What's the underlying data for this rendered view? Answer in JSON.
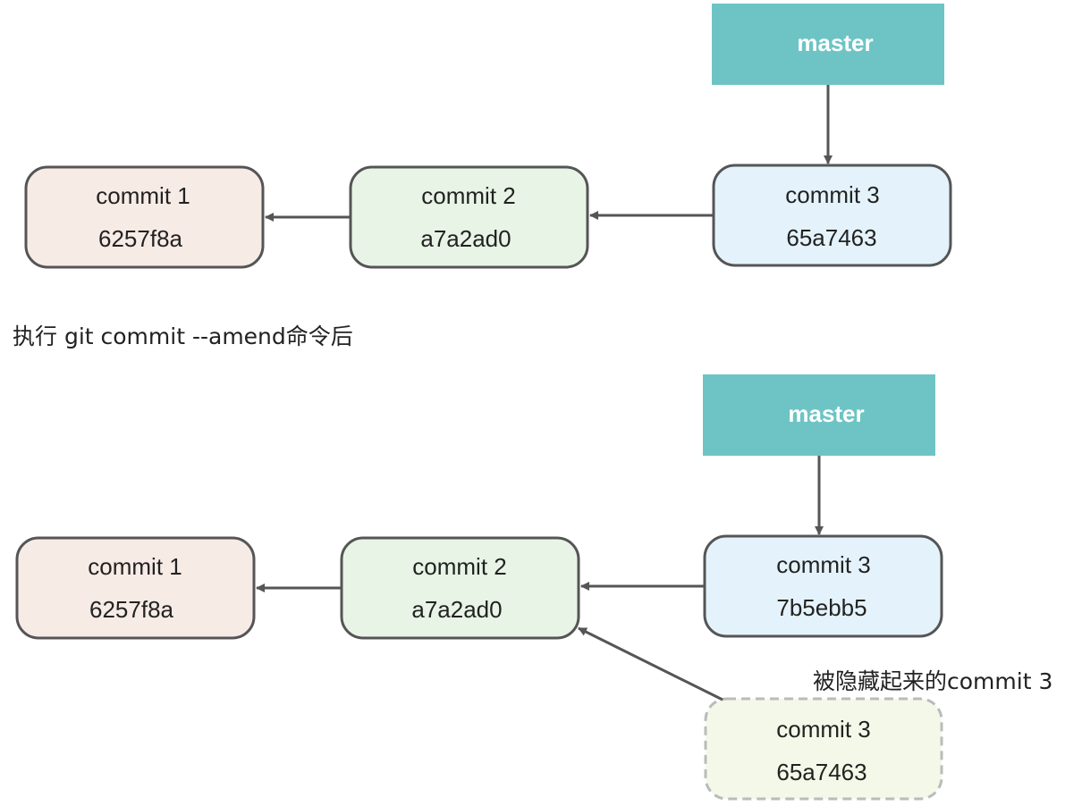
{
  "colors": {
    "branch_fill": "#6EC4C4",
    "arrow": "#555555",
    "node_stroke": "#555555",
    "hidden_stroke": "#BBBBBB"
  },
  "before": {
    "branch": {
      "label": "master"
    },
    "commit1": {
      "label": "commit 1",
      "hash": "6257f8a",
      "color": "#F7EBE6"
    },
    "commit2": {
      "label": "commit 2",
      "hash": "a7a2ad0",
      "color": "#E8F5E6"
    },
    "commit3": {
      "label": "commit 3",
      "hash": "65a7463",
      "color": "#E4F3FB"
    }
  },
  "caption": "执行 git commit --amend命令后",
  "after": {
    "branch": {
      "label": "master"
    },
    "commit1": {
      "label": "commit 1",
      "hash": "6257f8a",
      "color": "#F7EBE6"
    },
    "commit2": {
      "label": "commit 2",
      "hash": "a7a2ad0",
      "color": "#E8F5E6"
    },
    "commit3": {
      "label": "commit 3",
      "hash": "7b5ebb5",
      "color": "#E4F3FB"
    },
    "hidden_label": "被隐藏起来的commit 3",
    "hidden_commit": {
      "label": "commit 3",
      "hash": "65a7463",
      "color": "#F4F8E8"
    }
  }
}
